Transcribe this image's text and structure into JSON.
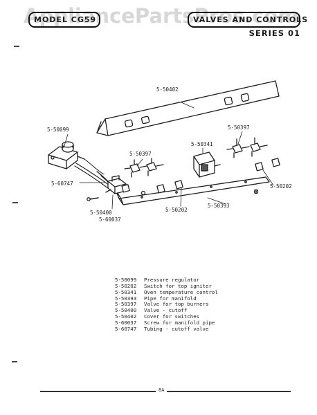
{
  "watermark": "AppliancePartsPros.com",
  "header": {
    "model_label": "MODEL CG59",
    "section_title": "VALVES AND CONTROLS",
    "series": "SERIES 01"
  },
  "callouts": {
    "cover": "5-50402",
    "regulator": "5-50099",
    "valve_left": "5-50397",
    "valve_right": "5-50397",
    "oven_control": "5-50341",
    "tubing": "5-60747",
    "cutoff_valve": "5-50400",
    "manifold_screw": "5-60037",
    "switch_center": "5-50202",
    "switch_right": "5-50202",
    "manifold_pipe": "5-50393"
  },
  "parts_list": [
    {
      "number": "5-50099",
      "description": "Pressure regulator"
    },
    {
      "number": "5-50202",
      "description": "Switch for top igniter"
    },
    {
      "number": "5-50341",
      "description": "Oven temperature control"
    },
    {
      "number": "5-50393",
      "description": "Pipe for manifold"
    },
    {
      "number": "5-50397",
      "description": "Valve for top burners"
    },
    {
      "number": "5-50400",
      "description": "Valve - cutoff"
    },
    {
      "number": "5-50402",
      "description": "Cover for switches"
    },
    {
      "number": "5-60037",
      "description": "Screw for manifold pipe"
    },
    {
      "number": "5-60747",
      "description": "Tubing - cutoff valve"
    }
  ],
  "footer": {
    "page_number": "8A"
  }
}
